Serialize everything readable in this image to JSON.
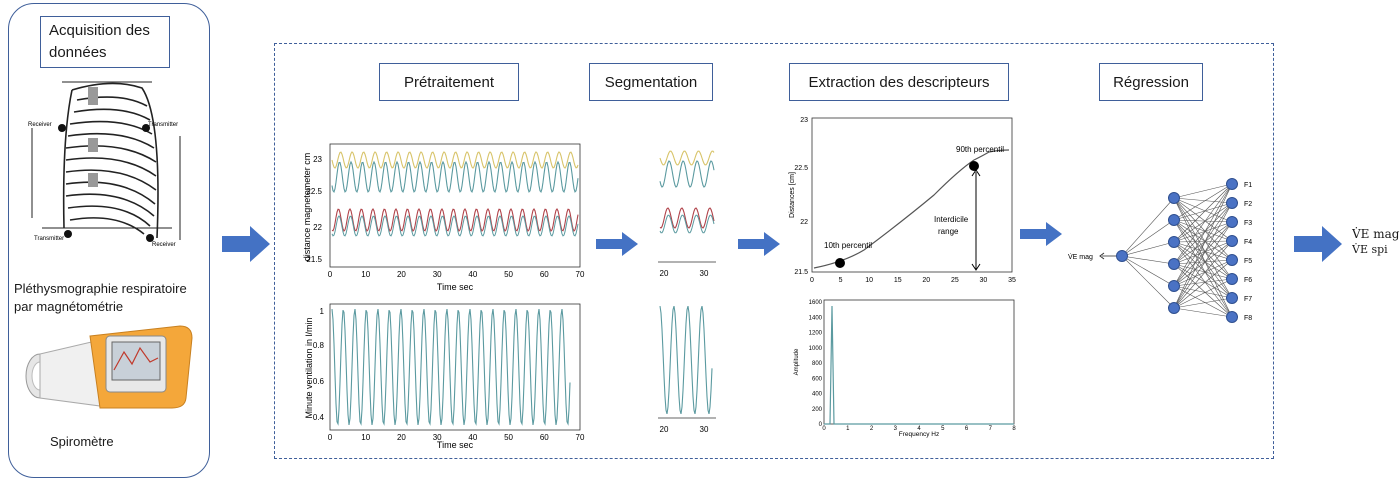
{
  "acquisition": {
    "title_line1": "Acquisition des",
    "title_line2": "données",
    "method_line1": "Pléthysmographie respiratoire",
    "method_line2": "par magnétométrie",
    "device_label": "Spiromètre",
    "chest_labels": {
      "receiver_top": "Receiver",
      "transmitter_top": "Transmitter",
      "transmitter_bottom": "Transmitter",
      "receiver_bottom": "Receiver"
    }
  },
  "stages": {
    "preprocessing": "Prétraitement",
    "segmentation": "Segmentation",
    "features": "Extraction des descripteurs",
    "regression": "Régression"
  },
  "plots": {
    "distance_ylabel": "distance magnetometer cm",
    "time_xlabel": "Time sec",
    "ventilation_ylabel": "Minute ventilation in l/min",
    "time_ticks": [
      "0",
      "10",
      "20",
      "30",
      "40",
      "50",
      "60",
      "70"
    ],
    "distance_yticks": [
      "23",
      "22.5",
      "22",
      "21.5"
    ],
    "ventilation_yticks": [
      "1",
      "0.8",
      "0.6",
      "0.4"
    ],
    "seg_ticks": [
      "20",
      "30"
    ]
  },
  "features_plot": {
    "ylabel": "Distances [cm]",
    "yticks": [
      "23",
      "22.5",
      "22",
      "21.5"
    ],
    "xticks": [
      "0",
      "5",
      "10",
      "15",
      "20",
      "25",
      "30",
      "35"
    ],
    "p10": "10th percentil",
    "p90": "90th percentil",
    "range_line1": "Interdicile",
    "range_line2": "range",
    "freq_xlabel": "Frequency Hz",
    "amp_ylabel": "Amplitude",
    "amp_yticks": [
      "1600",
      "1400",
      "1200",
      "1000",
      "800",
      "600",
      "400",
      "200",
      "0"
    ],
    "freq_xticks": [
      "0",
      "1",
      "2",
      "3",
      "4",
      "5",
      "6",
      "7",
      "8"
    ]
  },
  "regression": {
    "output_label": "V̇E mag",
    "features": [
      "F1",
      "F2",
      "F3",
      "F4",
      "F5",
      "F6",
      "F7",
      "F8"
    ]
  },
  "result": {
    "line1": "V̇E mag",
    "line2": "V̇E spi"
  },
  "colors": {
    "frame": "#3f5f9a",
    "arrow": "#4472c4",
    "node": "#4a72c4",
    "teal": "#5b9aa0",
    "red": "#b0434a",
    "yellow": "#d8c46a"
  }
}
